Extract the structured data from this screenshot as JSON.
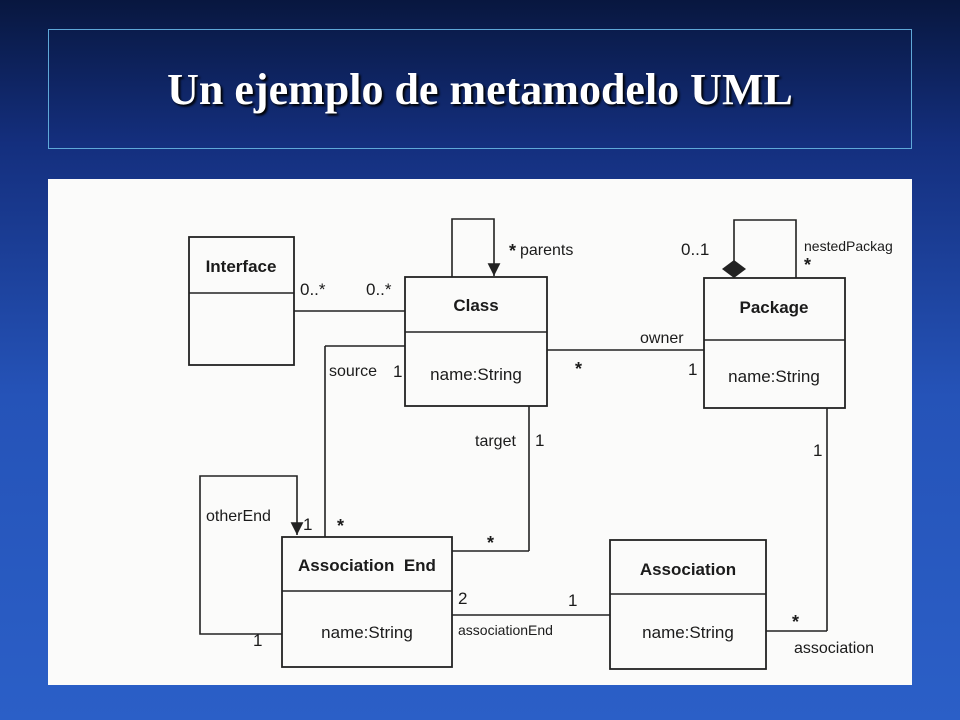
{
  "title": "Un ejemplo de metamodelo UML",
  "classes": {
    "interface": {
      "name": "Interface",
      "attribute": ""
    },
    "class": {
      "name": "Class",
      "attribute": "name:String"
    },
    "package": {
      "name": "Package",
      "attribute": "name:String"
    },
    "association_end": {
      "name": "Association  End",
      "attribute": "name:String"
    },
    "association": {
      "name": "Association",
      "attribute": "name:String"
    }
  },
  "labels": {
    "interface_class_mult_left": "0..*",
    "interface_class_mult_right": "0..*",
    "parents_mult": "*",
    "parents_role": "parents",
    "nested_mult_top": "0..1",
    "nested_role": "nestedPackag",
    "nested_mult_bottom": "*",
    "owner_role": "owner",
    "class_package_mult_class": "*",
    "class_package_mult_package": "1",
    "source_role": "source",
    "source_mult": "1",
    "target_role": "target",
    "target_mult": "1",
    "other_end_role": "otherEnd",
    "other_end_mult_top": "1",
    "other_end_mult_bottom": "1",
    "ae_source_mult": "*",
    "ae_target_mult": "*",
    "ae_assoc_mult": "2",
    "assoc_ae_mult": "1",
    "association_end_role": "associationEnd",
    "package_assoc_mult": "1",
    "assoc_package_mult": "*",
    "association_role": "association"
  }
}
